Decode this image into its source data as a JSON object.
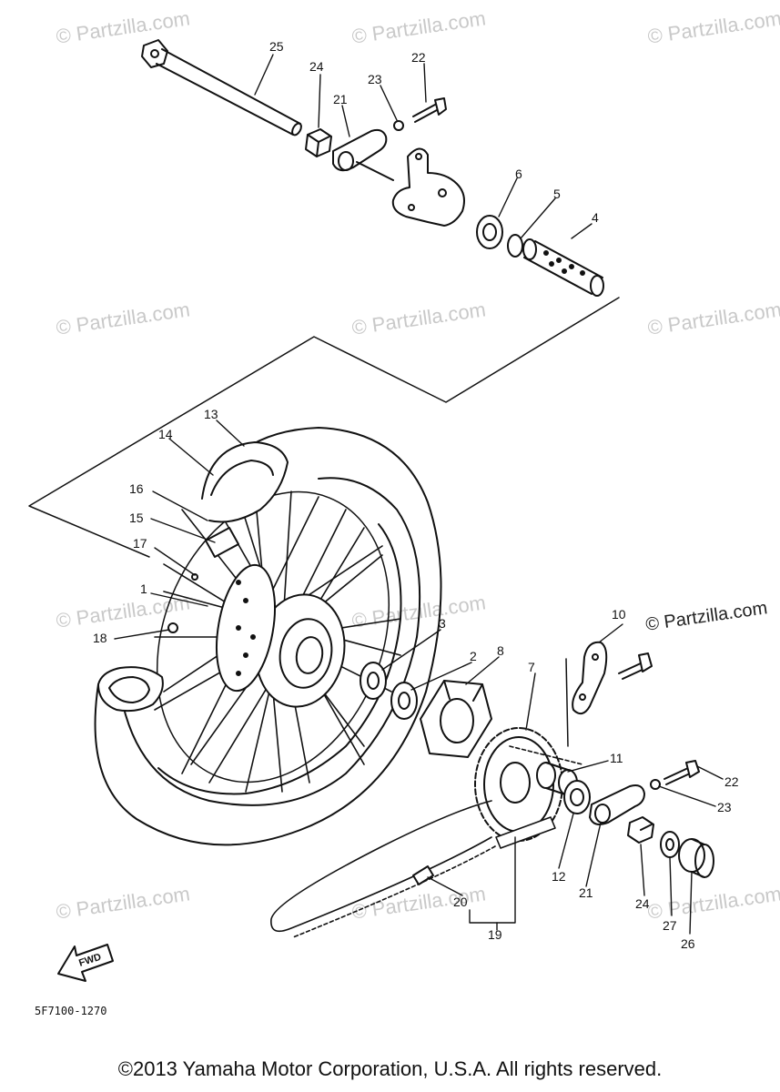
{
  "watermarks": [
    "© Partzilla.com",
    "© Partzilla.com",
    "© Partzilla.com",
    "© Partzilla.com",
    "© Partzilla.com",
    "© Partzilla.com",
    "© Partzilla.com",
    "© Partzilla.com",
    "© Partzilla.com",
    "© Partzilla.com",
    "© Partzilla.com",
    "© Partzilla.com"
  ],
  "callouts": [
    "25",
    "24",
    "23",
    "22",
    "21",
    "6",
    "5",
    "4",
    "13",
    "14",
    "16",
    "15",
    "17",
    "1",
    "18",
    "3",
    "2",
    "8",
    "7",
    "10",
    "11",
    "22",
    "23",
    "12",
    "21",
    "24",
    "27",
    "26",
    "20",
    "19"
  ],
  "fwd_label": "FWD",
  "diagram_code": "5F7100-1270",
  "copyright": "©2013 Yamaha Motor Corporation, U.S.A. All rights reserved."
}
